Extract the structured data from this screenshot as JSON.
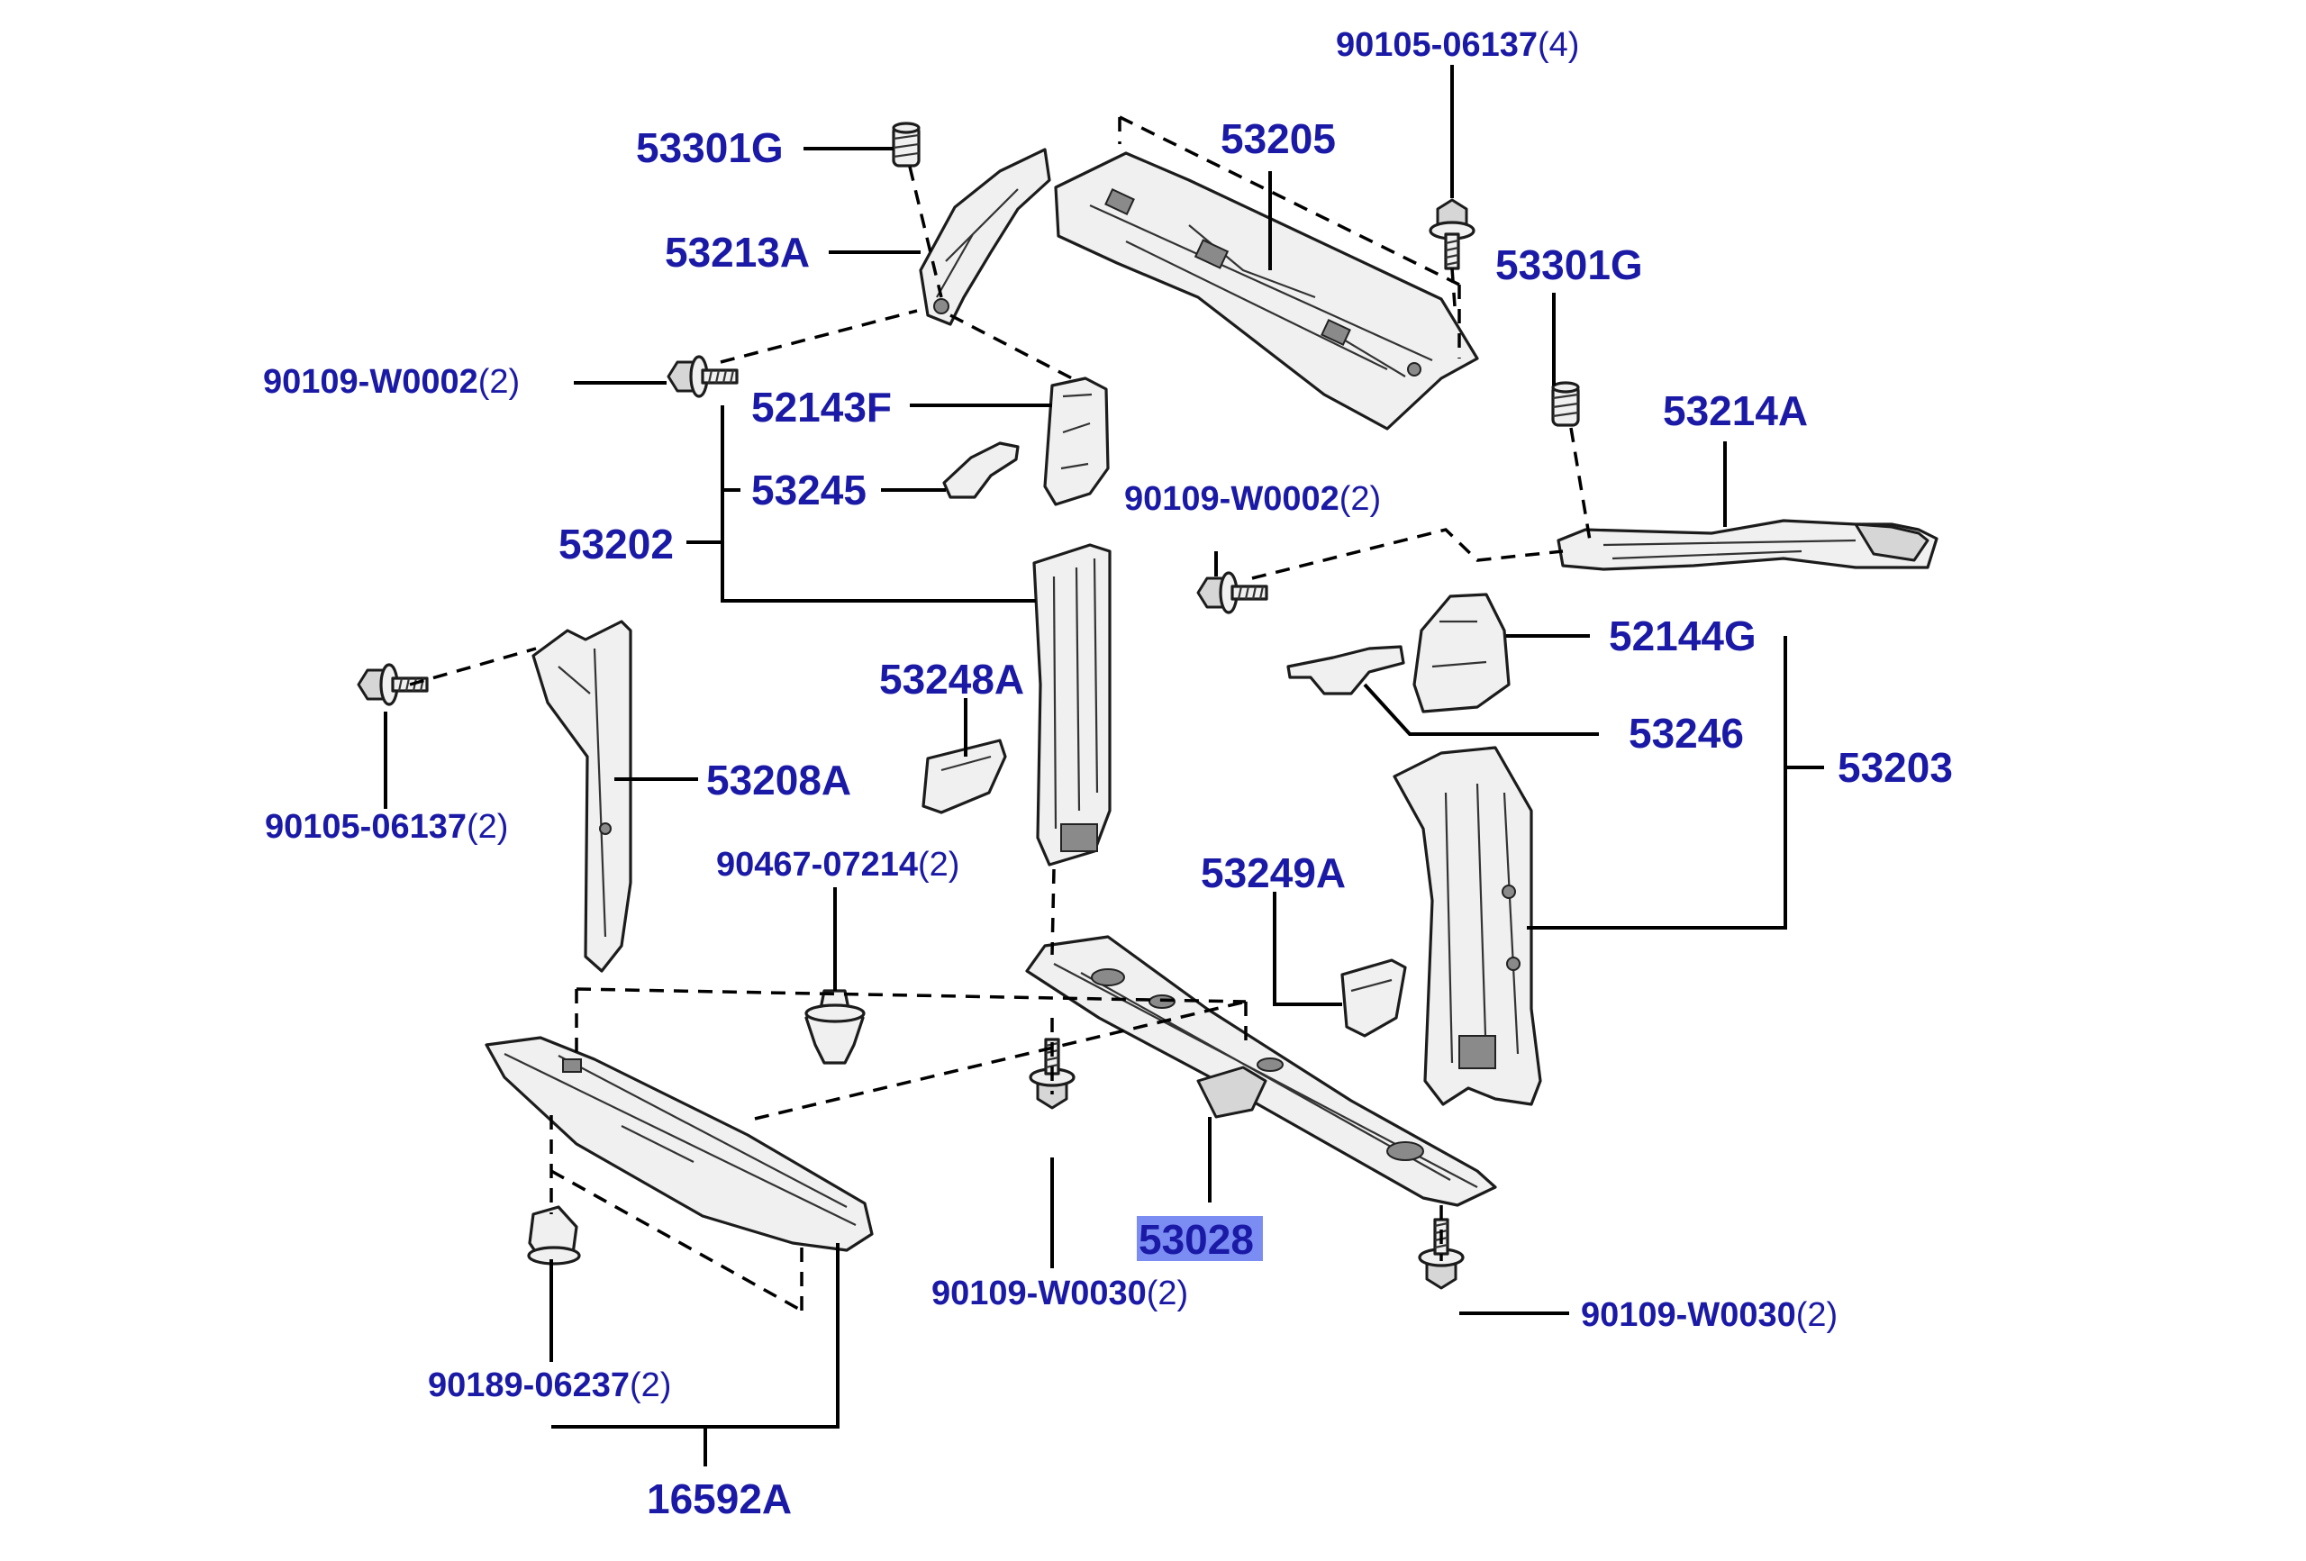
{
  "colors": {
    "label": "#1a1aa6",
    "highlight": "#7b8df2",
    "line": "#000000"
  },
  "labels": {
    "l_90105_06137_top": {
      "part": "90105-06137",
      "qty": "(4)"
    },
    "l_53301g_left": {
      "part": "53301G"
    },
    "l_53205": {
      "part": "53205"
    },
    "l_53213a": {
      "part": "53213A"
    },
    "l_53301g_right": {
      "part": "53301G"
    },
    "l_90109_w0002_left": {
      "part": "90109-W0002",
      "qty": "(2)"
    },
    "l_52143f": {
      "part": "52143F"
    },
    "l_53214a": {
      "part": "53214A"
    },
    "l_53245": {
      "part": "53245"
    },
    "l_90109_w0002_mid": {
      "part": "90109-W0002",
      "qty": "(2)"
    },
    "l_53202": {
      "part": "53202"
    },
    "l_52144g": {
      "part": "52144G"
    },
    "l_53248a": {
      "part": "53248A"
    },
    "l_53246": {
      "part": "53246"
    },
    "l_53203": {
      "part": "53203"
    },
    "l_53208a": {
      "part": "53208A"
    },
    "l_90105_06137_left": {
      "part": "90105-06137",
      "qty": "(2)"
    },
    "l_90467_07214": {
      "part": "90467-07214",
      "qty": "(2)"
    },
    "l_53249a": {
      "part": "53249A"
    },
    "l_53028": {
      "part": "53028"
    },
    "l_90109_w0030_mid": {
      "part": "90109-W0030",
      "qty": "(2)"
    },
    "l_90109_w0030_right": {
      "part": "90109-W0030",
      "qty": "(2)"
    },
    "l_90189_06237": {
      "part": "90189-06237",
      "qty": "(2)"
    },
    "l_16592a": {
      "part": "16592A"
    }
  }
}
